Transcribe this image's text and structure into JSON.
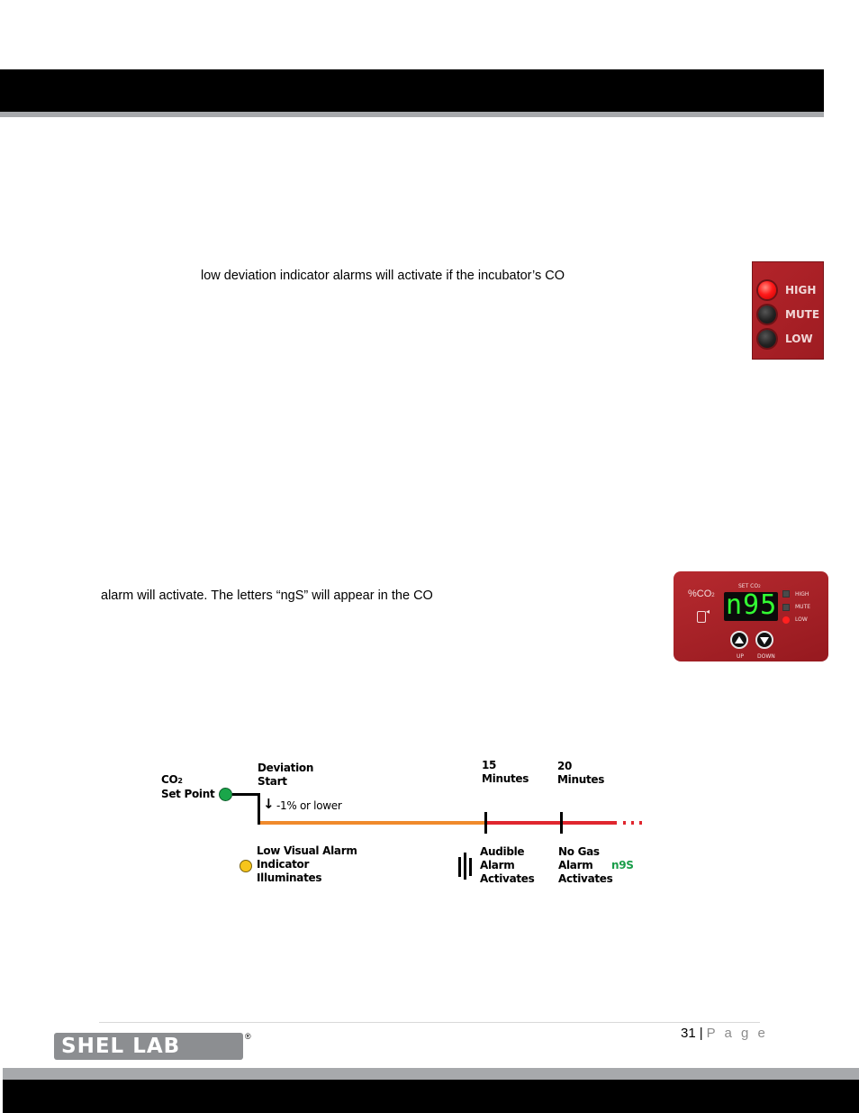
{
  "body_text": {
    "line1": "low deviation indicator alarms will activate if the incubator’s CO",
    "line2": "alarm will activate. The letters “ngS” will appear in the CO"
  },
  "alarm_panel": {
    "high_label": "HIGH",
    "mute_label": "MUTE",
    "low_label": "LOW"
  },
  "control_panel": {
    "unit_label": "%CO",
    "set_label": "SET CO",
    "display": "n95",
    "high_label": "HIGH",
    "mute_label": "MUTE",
    "low_label": "LOW",
    "up_label": "UP",
    "down_label": "DOWN"
  },
  "timeline": {
    "setpoint_line1": "CO",
    "setpoint_line2": "Set Point",
    "deviation_line1": "Deviation",
    "deviation_line2": "Start",
    "threshold": "-1% or lower",
    "t15_line1": "15",
    "t15_line2": "Minutes",
    "t20_line1": "20",
    "t20_line2": "Minutes",
    "visual_line1": "Low Visual Alarm",
    "visual_line2": "Indicator",
    "visual_line3": "Illuminates",
    "audible_line1": "Audible",
    "audible_line2": "Alarm",
    "audible_line3": "Activates",
    "nogas_line1": "No Gas",
    "nogas_line2": "Alarm",
    "nogas_line3": "Activates",
    "code": "n9S",
    "colors": {
      "setpoint_dot": "#1aa64a",
      "visual_dot": "#f7c51b",
      "early_segment": "#f08a2c",
      "late_segment": "#e0262e",
      "code_text": "#1a9d4a"
    }
  },
  "footer": {
    "page_number": "31",
    "separator": "|",
    "page_word": "P a g e",
    "logo_text": "SHEL LAB"
  }
}
